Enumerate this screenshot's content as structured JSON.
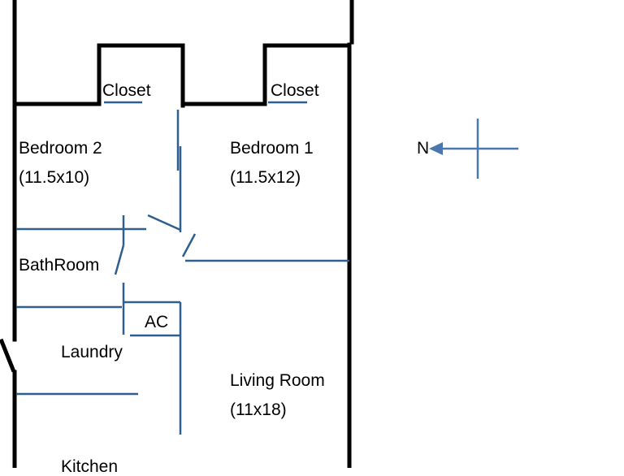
{
  "rooms": {
    "closet_left": "Closet",
    "closet_right": "Closet",
    "bedroom2": {
      "name": "Bedroom 2",
      "size": "(11.5x10)"
    },
    "bedroom1": {
      "name": "Bedroom 1",
      "size": "(11.5x12)"
    },
    "bathroom": "BathRoom",
    "ac": "AC",
    "laundry": "Laundry",
    "living": {
      "name": "Living Room",
      "size": "(11x18)"
    },
    "kitchen": "Kitchen"
  },
  "compass": {
    "label": "N",
    "arrow_direction": "left"
  },
  "colors": {
    "outer_wall": "#000000",
    "inner_wall": "#2e5f8f",
    "arrow": "#4a77ad"
  }
}
